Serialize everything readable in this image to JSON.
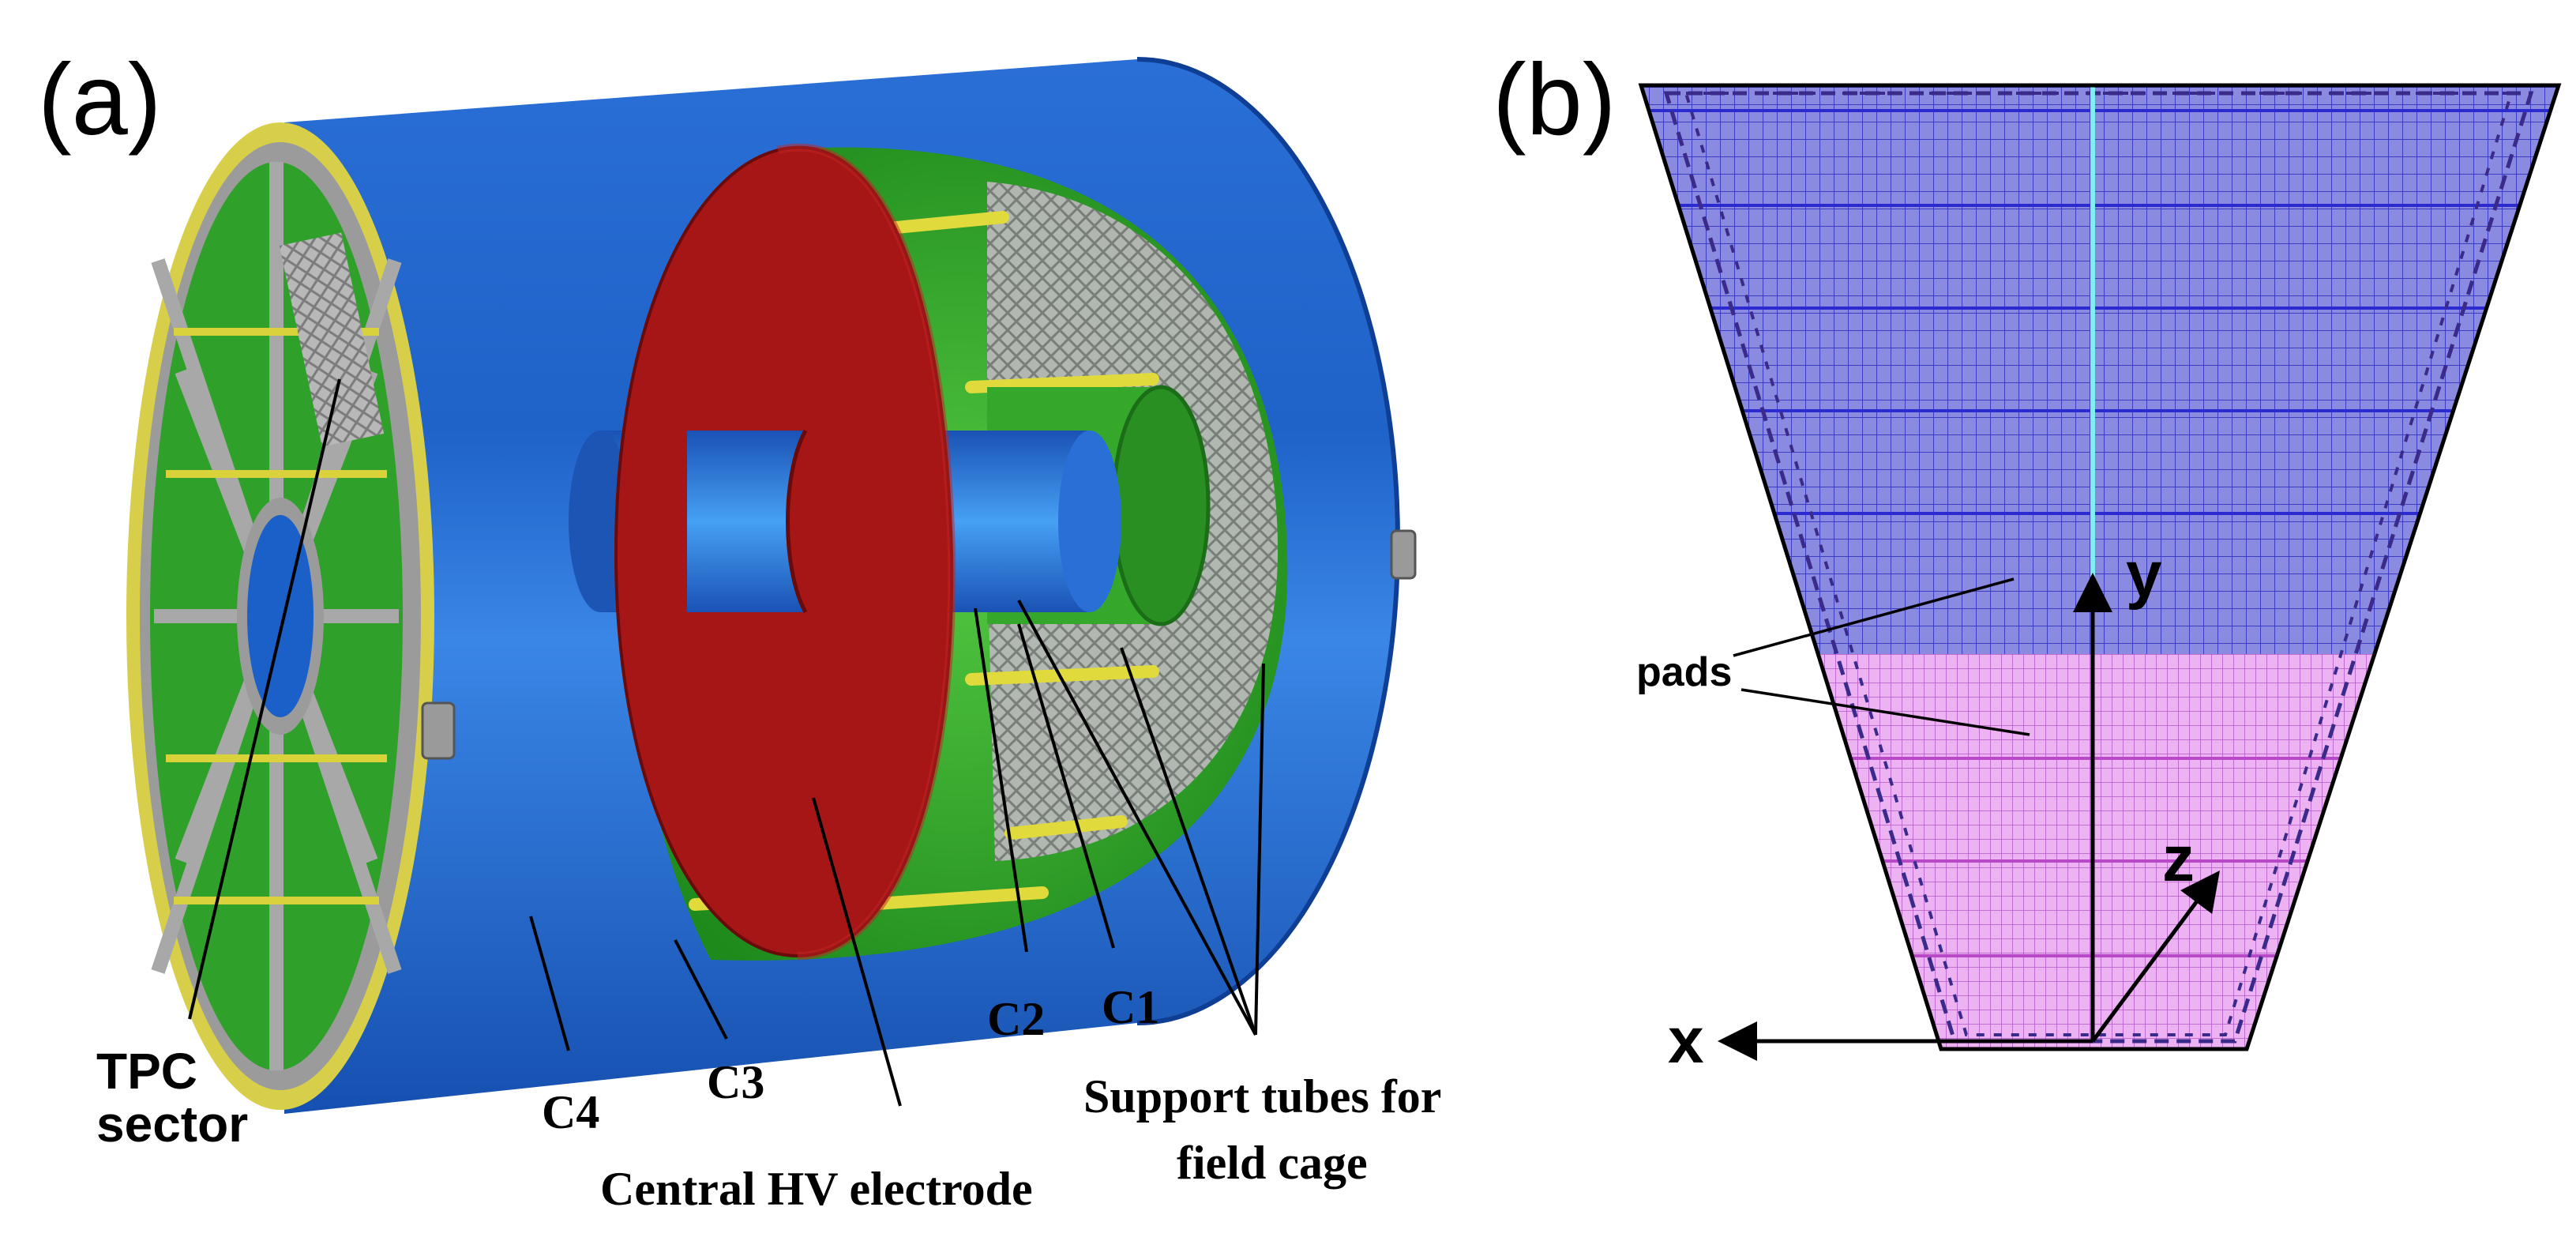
{
  "panel_a": {
    "tag": "(a)",
    "labels": {
      "tpc_sector_line1": "TPC",
      "tpc_sector_line2": "sector",
      "c1": "C1",
      "c2": "C2",
      "c3": "C3",
      "c4": "C4",
      "central_hv": "Central HV electrode",
      "support_line1": "Support tubes for",
      "support_line2": "field cage"
    },
    "colors": {
      "outer_cylinder": "#1f5fc4",
      "inner_green": "#2fa82a",
      "hv_electrode": "#a51414",
      "support_tubes": "#d8d23a",
      "end_plate": "#9a9a9a"
    }
  },
  "panel_b": {
    "tag": "(b)",
    "labels": {
      "pads": "pads",
      "axis_x": "x",
      "axis_y": "y",
      "axis_z": "z"
    },
    "colors": {
      "outer_pads": "#7b7bd8",
      "inner_pads": "#e7a8ee",
      "pad_lines": "#3b3bc8"
    }
  }
}
